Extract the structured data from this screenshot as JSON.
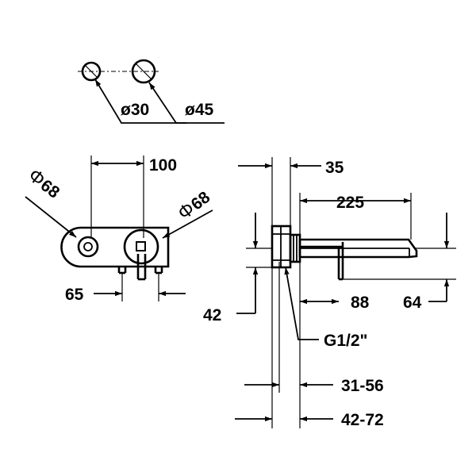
{
  "dimensions": {
    "d30": "ø30",
    "d45": "ø45",
    "d68_left": "68",
    "d68_right": "68",
    "d100": "100",
    "d65": "65",
    "d42": "42",
    "d35": "35",
    "d225": "225",
    "d88": "88",
    "d64": "64",
    "g12": "G1/2\"",
    "d31_56": "31-56",
    "d42_72": "42-72"
  },
  "symbols": {
    "diameter": "Φ"
  }
}
